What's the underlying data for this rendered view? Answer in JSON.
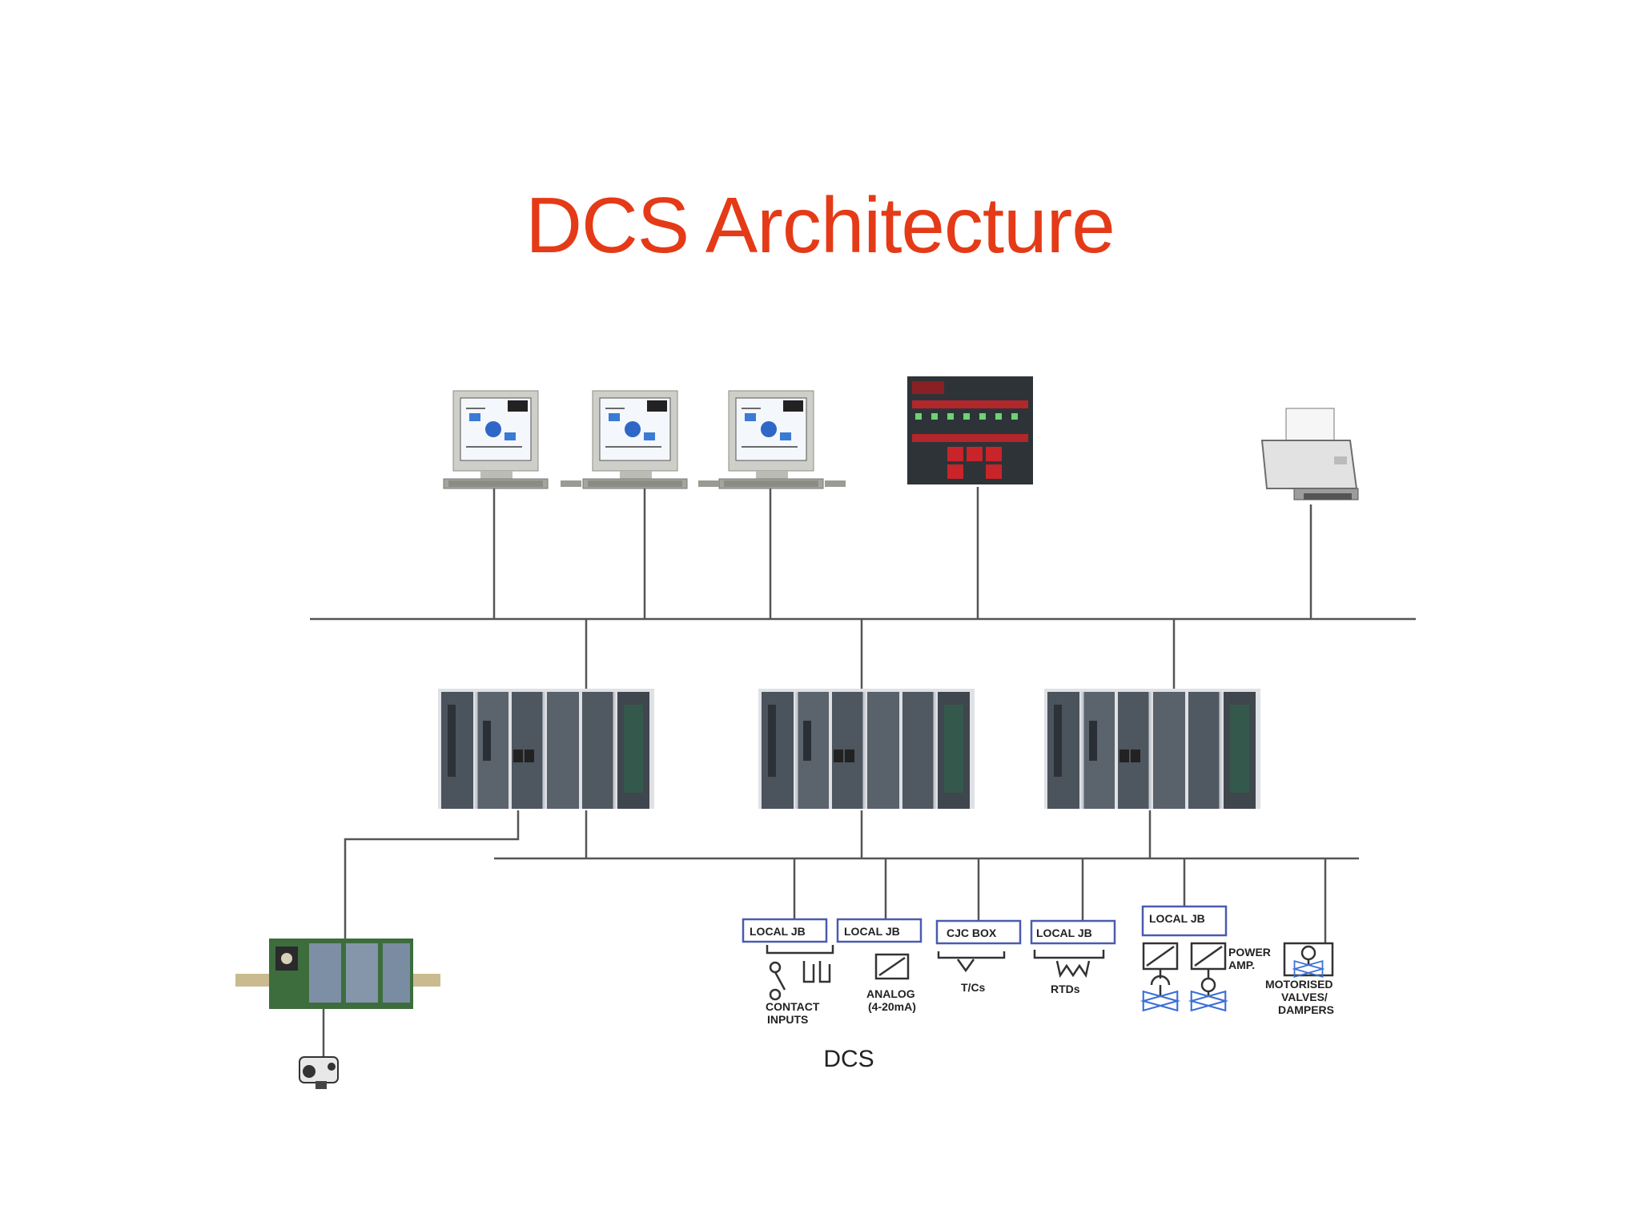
{
  "title": "DCS Architecture",
  "caption": "DCS",
  "nodes": {
    "local_jb": "LOCAL JB",
    "cjc_box": "CJC BOX"
  },
  "field_labels": {
    "contact_inputs": [
      "CONTACT",
      "INPUTS"
    ],
    "analog": [
      "ANALOG",
      "(4-20mA)"
    ],
    "tcs": "T/Cs",
    "rtds": "RTDs",
    "power_amp": [
      "POWER",
      "AMP."
    ],
    "motorised": [
      "MOTORISED",
      "VALVES/",
      "DAMPERS"
    ]
  },
  "colors": {
    "title": "#e53a17",
    "line": "#555555",
    "jb_border": "#4a5bb0",
    "valve_blue": "#3b6fd6"
  }
}
